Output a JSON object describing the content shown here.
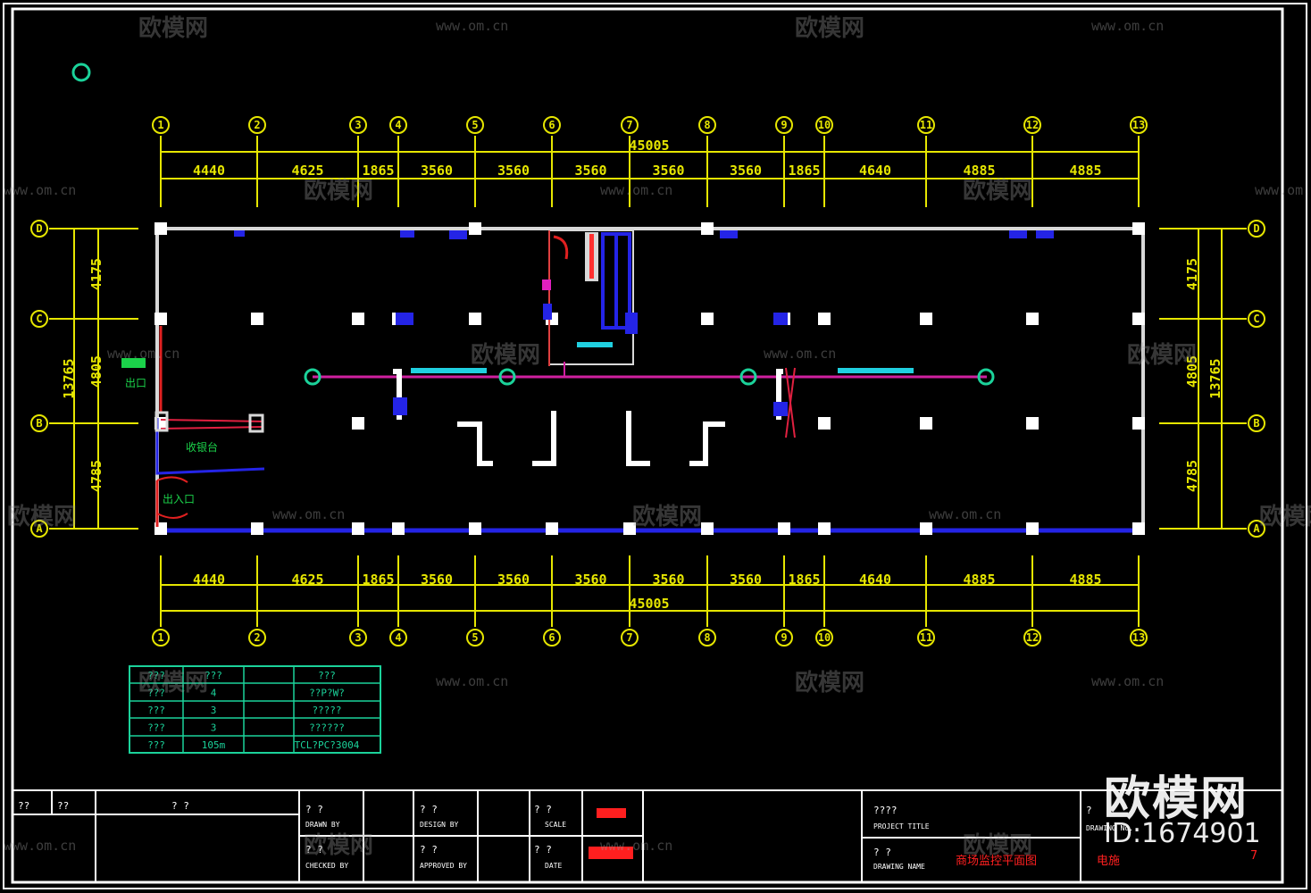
{
  "drawing": {
    "total_dimension": "45005",
    "dimensions_top": [
      "4440",
      "4625",
      "1865",
      "3560",
      "3560",
      "3560",
      "3560",
      "3560",
      "1865",
      "4640",
      "4885",
      "4885"
    ],
    "dimensions_bottom": [
      "4440",
      "4625",
      "1865",
      "3560",
      "3560",
      "3560",
      "3560",
      "3560",
      "1865",
      "4640",
      "4885",
      "4885"
    ],
    "column_axes": [
      "1",
      "2",
      "3",
      "4",
      "5",
      "6",
      "7",
      "8",
      "9",
      "10",
      "11",
      "12",
      "13"
    ],
    "row_axes": [
      "D",
      "C",
      "B",
      "A"
    ],
    "left_dimensions": [
      "4175",
      "4805",
      "4785"
    ],
    "left_total": "13765",
    "right_dimensions": [
      "4175",
      "4805",
      "4785"
    ],
    "right_total": "13765",
    "labels": {
      "counter": "收银台",
      "entrance": "出入口",
      "exit": "出口"
    }
  },
  "legend_table": {
    "rows": [
      [
        "???",
        "???",
        "???"
      ],
      [
        "???",
        "4",
        "??P?W?"
      ],
      [
        "???",
        "3",
        "?????"
      ],
      [
        "???",
        "3",
        "??????"
      ],
      [
        "???",
        "105m",
        "TCL?PC?3004"
      ]
    ]
  },
  "title_block": {
    "cells": {
      "c1": "??",
      "c2": "??",
      "c3": "?   ?",
      "drawn_q": "?  ?",
      "drawn_by": "DRAWN BY",
      "checked_q": "?  ?",
      "checked_by": "CHECKED BY",
      "design_q": "?  ?",
      "design_by": "DESIGN BY",
      "approved_q": "?  ?",
      "approved_by": "APPROVED BY",
      "scale_q": "?  ?",
      "scale": "SCALE",
      "date_q": "?  ?",
      "date": "DATE",
      "project_q": "????",
      "project_title": "PROJECT TITLE",
      "drawing_q": "?   ?",
      "drawing_name": "DRAWING NAME",
      "drawing_no_q": "?",
      "drawing_no": "DRAWING No.",
      "drawing_name_value": "商场监控平面图",
      "drawing_no_value": "电施",
      "sheet": "7"
    }
  },
  "watermark": {
    "brand": "欧模网",
    "url": "www.om.cn",
    "id": "ID:1674901"
  }
}
